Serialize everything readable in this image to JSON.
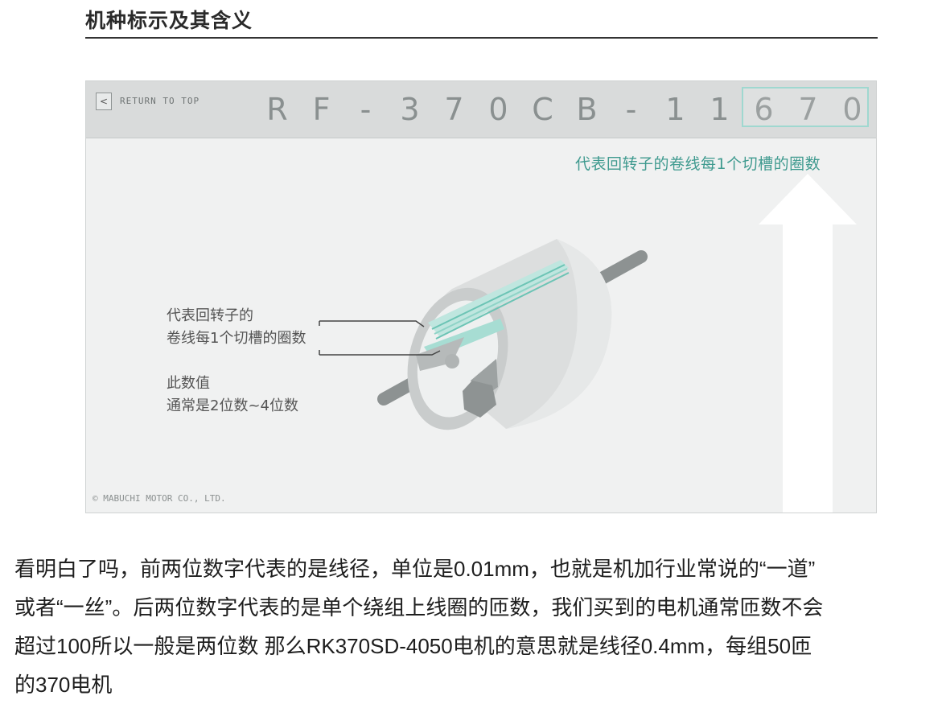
{
  "heading": "机种标示及其含义",
  "figure": {
    "return_arrow": "<",
    "return_label": "RETURN TO TOP",
    "model_chars": [
      "R",
      "F",
      "-",
      "3",
      "7",
      "0",
      "C",
      "B",
      "-",
      "1",
      "1",
      "6",
      "7",
      "0"
    ],
    "highlight_label": "代表回转子的卷线每1个切槽的圈数",
    "callout_line1": "代表回转子的",
    "callout_line2": "卷线每1个切槽的圈数",
    "note_line1": "此数值",
    "note_line2": "通常是2位数~4位数",
    "copyright": "© MABUCHI MOTOR CO., LTD."
  },
  "paragraph": {
    "line1": "看明白了吗，前两位数字代表的是线径，单位是0.01mm，也就是机加行业常说的“一道”",
    "line2": "或者“一丝”。后两位数字代表的是单个绕组上线圈的匝数，我们买到的电机通常匝数不会",
    "line3": "超过100所以一般是两位数 那么RK370SD-4050电机的意思就是线径0.4mm，每组50匝",
    "line4": "的370电机"
  }
}
